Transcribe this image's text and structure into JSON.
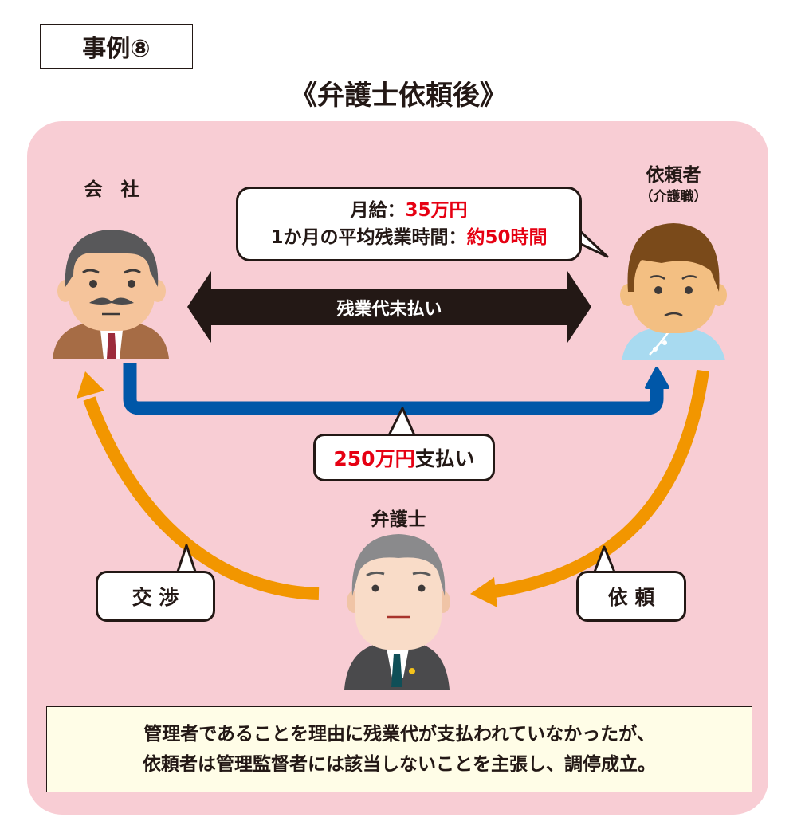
{
  "case_label": "事例⑧",
  "title": "《弁護士依頼後》",
  "parties": {
    "company": {
      "label": "会　社"
    },
    "client": {
      "label": "依頼者",
      "sublabel": "（介護職）"
    },
    "lawyer": {
      "label": "弁護士"
    }
  },
  "info_bubble": {
    "line1_label": "月給：",
    "line1_value": "35万円",
    "line2_label": "1か月の平均残業時間：",
    "line2_value": "約50時間"
  },
  "unpaid_arrow_label": "残業代未払い",
  "payment_bubble": {
    "amount": "250万円",
    "text": "支払い"
  },
  "negotiation_label": "交 渉",
  "request_label": "依 頼",
  "summary": {
    "line1": "管理者であることを理由に残業代が支払われていなかったが、",
    "line2": "依頼者は管理監督者には該当しないことを主張し、調停成立。"
  },
  "colors": {
    "panel_bg": "#f8cdd4",
    "highlight_red": "#e60012",
    "payment_arrow_blue": "#0057a8",
    "flow_arrow_orange": "#f29600",
    "unpaid_arrow_black": "#231815",
    "summary_bg": "#fffde7"
  }
}
